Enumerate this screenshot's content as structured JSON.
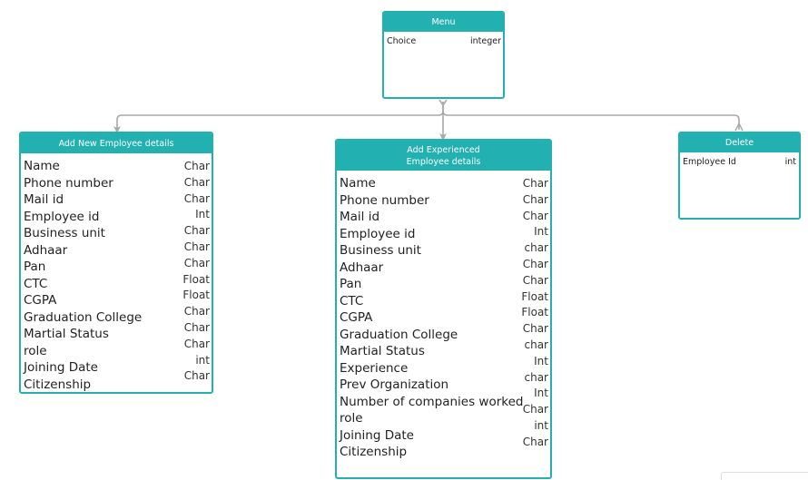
{
  "colors": {
    "accent": "#22b0b0",
    "connector": "#a9a9a9"
  },
  "entities": {
    "menu": {
      "title": "Menu",
      "attributes": [
        {
          "name": "Choice",
          "type": "integer"
        }
      ]
    },
    "add_new": {
      "title": "Add New Employee details",
      "attributes": [
        {
          "name": "Name",
          "type": "Char"
        },
        {
          "name": "Phone number",
          "type": "Char"
        },
        {
          "name": "Mail id",
          "type": "Char"
        },
        {
          "name": "Employee id",
          "type": "Int"
        },
        {
          "name": "Business unit",
          "type": "Char"
        },
        {
          "name": "Adhaar",
          "type": "Char"
        },
        {
          "name": "Pan",
          "type": "Char"
        },
        {
          "name": "CTC",
          "type": "Float"
        },
        {
          "name": "CGPA",
          "type": "Float"
        },
        {
          "name": "Graduation College",
          "type": "Char"
        },
        {
          "name": "Martial Status",
          "type": "Char"
        },
        {
          "name": "role",
          "type": "Char"
        },
        {
          "name": "Joining Date",
          "type": "int"
        },
        {
          "name": "Citizenship",
          "type": "Char"
        }
      ]
    },
    "add_experienced": {
      "title_line1": "Add Experienced",
      "title_line2": "Employee details",
      "attributes": [
        {
          "name": "Name",
          "type": "Char"
        },
        {
          "name": "Phone number",
          "type": "Char"
        },
        {
          "name": "Mail id",
          "type": "Char"
        },
        {
          "name": "Employee id",
          "type": "Int"
        },
        {
          "name": "Business unit",
          "type": "char"
        },
        {
          "name": "Adhaar",
          "type": "Char"
        },
        {
          "name": "Pan",
          "type": "Char"
        },
        {
          "name": "CTC",
          "type": "Float"
        },
        {
          "name": "CGPA",
          "type": "Float"
        },
        {
          "name": "Graduation College",
          "type": "Char"
        },
        {
          "name": "Martial Status",
          "type": "char"
        },
        {
          "name": "Experience",
          "type": "Int"
        },
        {
          "name": "Prev Organization",
          "type": "char"
        },
        {
          "name": "Number of companies worked",
          "type": "Int"
        },
        {
          "name": "role",
          "type": "Char"
        },
        {
          "name": "Joining Date",
          "type": "int"
        },
        {
          "name": "Citizenship",
          "type": "Char"
        }
      ]
    },
    "delete": {
      "title": "Delete",
      "attributes": [
        {
          "name": "Employee Id",
          "type": "int"
        }
      ]
    }
  }
}
